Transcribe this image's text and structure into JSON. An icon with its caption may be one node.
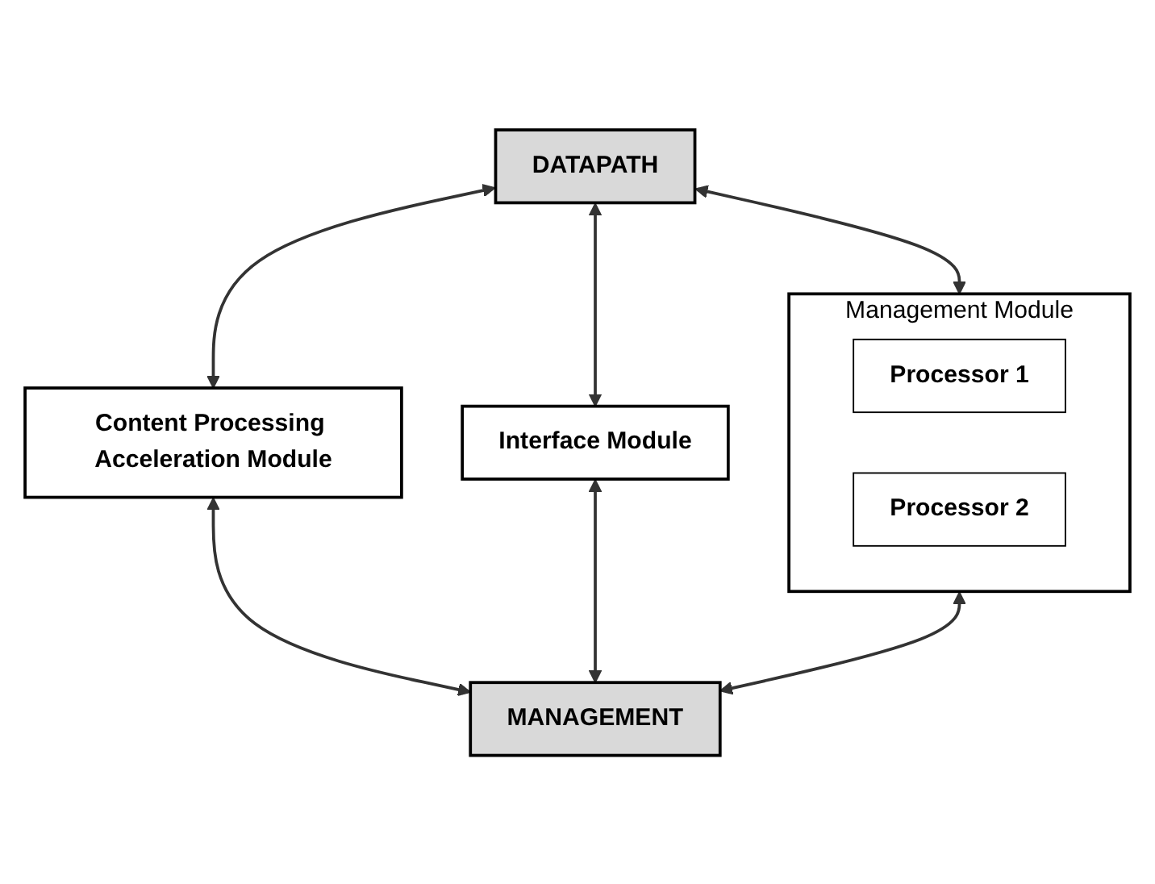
{
  "diagram": {
    "nodes": [
      {
        "text": [
          "DATAPATH"
        ]
      },
      {
        "text": [
          "Management Module"
        ]
      },
      {
        "text": [
          "Processor 1"
        ],
        "in": 1
      },
      {
        "text": [
          "Processor 2"
        ],
        "in": 1
      },
      {
        "text": [
          "Content Processing Acceleration Module"
        ]
      },
      {
        "text": [
          "Interface Module"
        ]
      },
      {
        "text": [
          "MANAGEMENT"
        ]
      }
    ],
    "edges": [
      {
        "from": 0,
        "to": 1,
        "arrow": "both"
      },
      {
        "from": 0,
        "to": 4,
        "arrow": "both"
      },
      {
        "from": 0,
        "to": 5,
        "arrow": "both"
      },
      {
        "from": 1,
        "to": 6,
        "arrow": "both"
      },
      {
        "from": 4,
        "to": 6,
        "arrow": "both"
      },
      {
        "from": 5,
        "to": 6,
        "arrow": "both"
      }
    ]
  }
}
